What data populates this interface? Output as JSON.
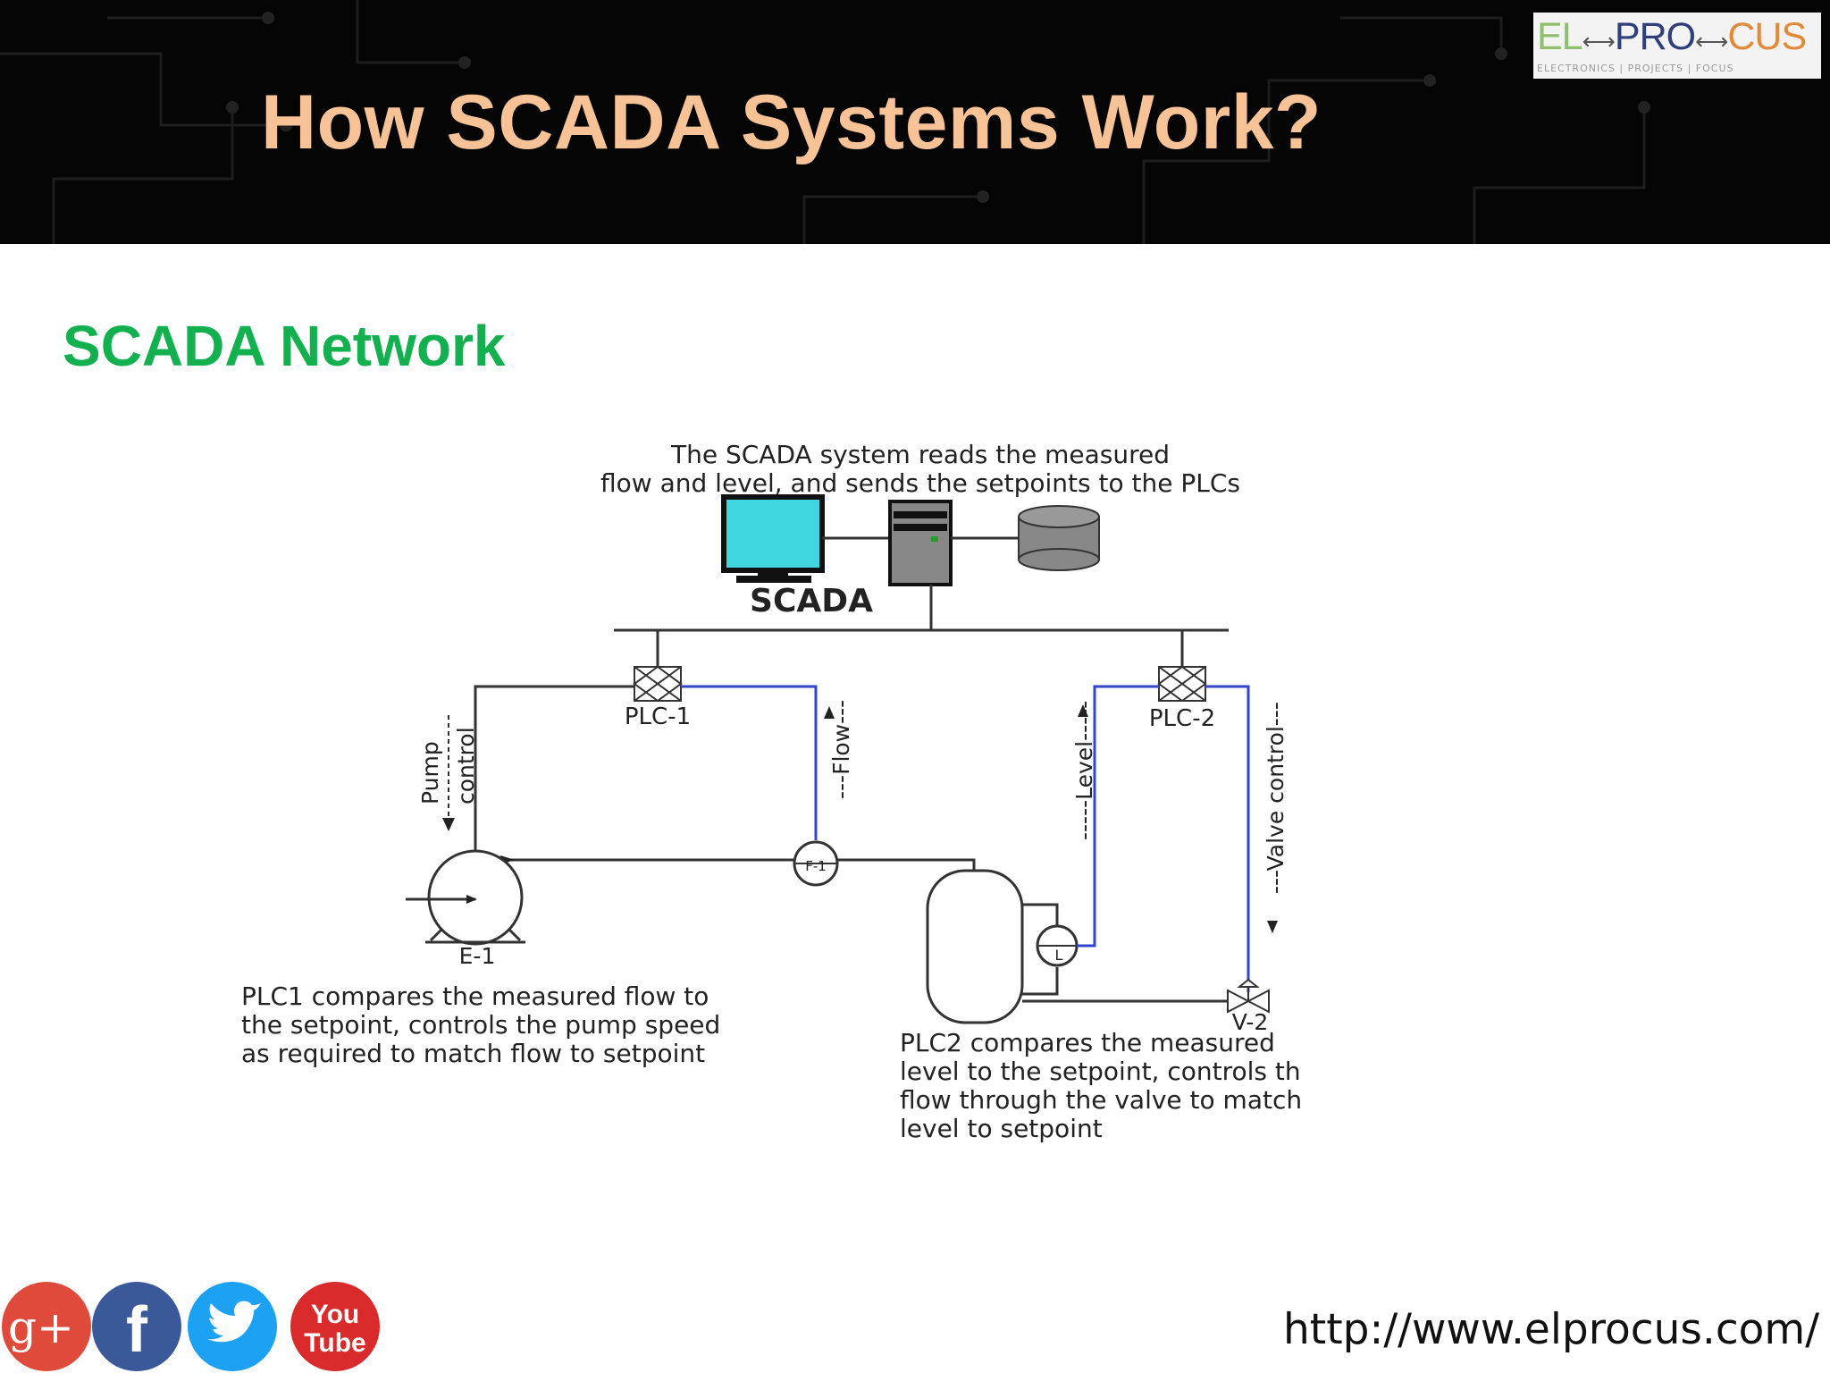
{
  "header": {
    "title": "How SCADA Systems Work?",
    "logo": {
      "seg_a": "EL",
      "seg_b": "PRO",
      "seg_c": "CUS",
      "tagline": "ELECTRONICS | PROJECTS | FOCUS"
    }
  },
  "subtitle": "SCADA Network",
  "diagram": {
    "caption_top_1": "The SCADA system reads the measured",
    "caption_top_2": "flow and level, and sends the setpoints to the PLCs",
    "scada_label": "SCADA",
    "plc1_label": "PLC-1",
    "plc2_label": "PLC-2",
    "pump_control_1": "Pump",
    "pump_control_2": "control",
    "flow_label": "---Flow---",
    "level_label": "-----Level-----",
    "valve_control_label": "---Valve control---",
    "flow_sensor_label": "F-1",
    "level_sensor_label": "L",
    "pump_label": "E-1",
    "valve_label": "V-2",
    "plc1_caption": [
      "PLC1 compares the measured flow to",
      "the setpoint, controls the pump speed",
      "as required to match flow to setpoint"
    ],
    "plc2_caption": [
      "PLC2 compares the measured",
      "level to the setpoint, controls th",
      "flow through the valve to match",
      "level to setpoint"
    ]
  },
  "social": [
    {
      "name": "google-plus-icon",
      "glyph": "g+",
      "color": "#e04a3a"
    },
    {
      "name": "facebook-icon",
      "glyph": "f",
      "color": "#3b5998"
    },
    {
      "name": "twitter-icon",
      "glyph": "",
      "color": "#1da1f2"
    },
    {
      "name": "youtube-icon",
      "glyph1": "You",
      "glyph2": "Tube",
      "color": "#d92b2b"
    }
  ],
  "footer_url": "http://www.elprocus.com/",
  "colors": {
    "title": "#f6c296",
    "subtitle": "#13b04f",
    "monitor": "#3fd6df",
    "signal_line": "#3344cc"
  }
}
